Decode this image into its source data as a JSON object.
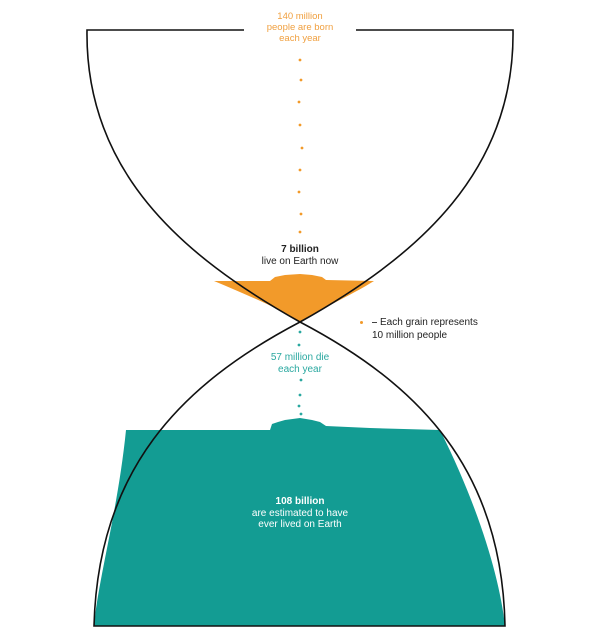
{
  "colors": {
    "outline": "#111111",
    "born_text": "#f0a040",
    "grain_orange": "#f29a2a",
    "teal": "#139c93",
    "die_text": "#2aa8a0"
  },
  "labels": {
    "born": [
      "140 million",
      "people are born",
      "each year"
    ],
    "alive_number": "7 billion",
    "alive_text": "live on Earth now",
    "die": [
      "57 million die",
      "each year"
    ],
    "total_number": "108 billion",
    "total_text": [
      "are estimated to have",
      "ever lived on Earth"
    ],
    "legend": [
      "Each grain represents",
      "10 million people"
    ]
  }
}
